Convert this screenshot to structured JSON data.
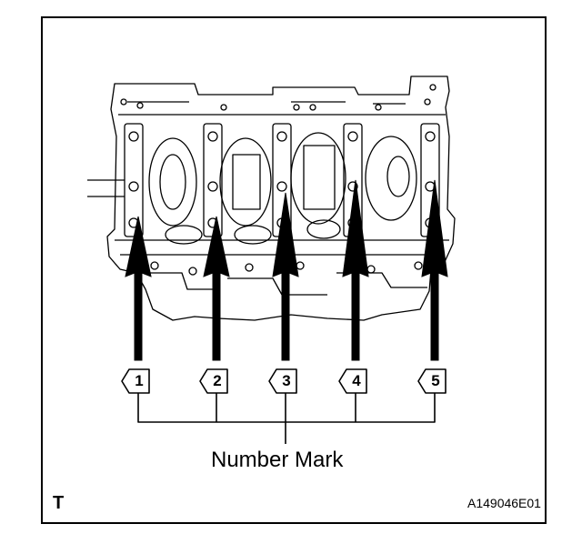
{
  "figure": {
    "callouts": [
      {
        "label": "1"
      },
      {
        "label": "2"
      },
      {
        "label": "3"
      },
      {
        "label": "4"
      },
      {
        "label": "5"
      }
    ],
    "caption": "Number Mark",
    "corner_letter": "T",
    "reference_code": "A149046E01"
  },
  "colors": {
    "ink": "#000000",
    "paper": "#ffffff"
  }
}
